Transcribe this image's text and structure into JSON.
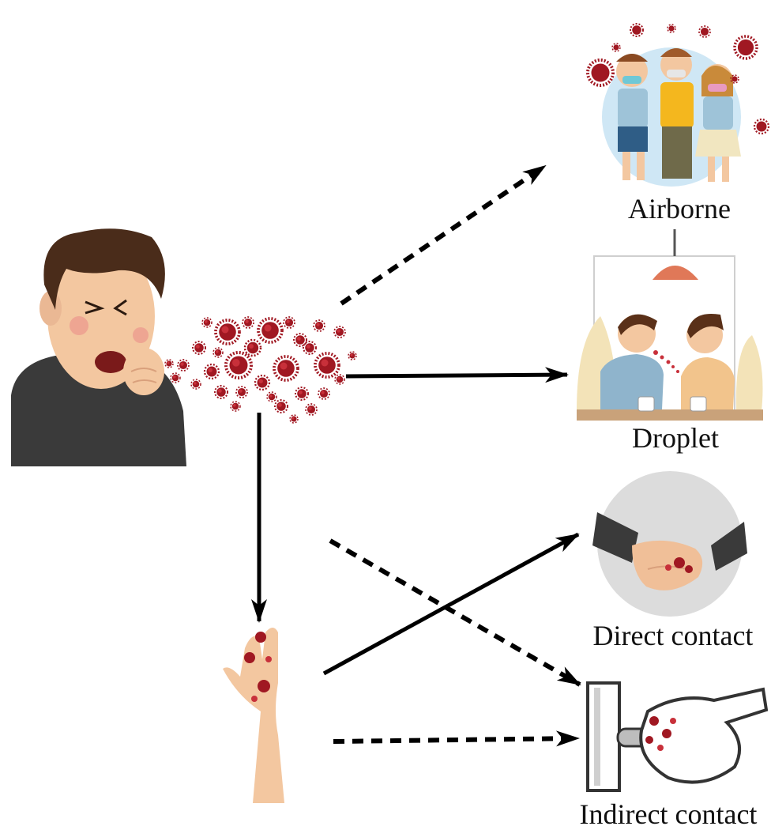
{
  "labels": {
    "airborne": "Airborne",
    "droplet": "Droplet",
    "direct_contact": "Direct contact",
    "indirect_contact": "Indirect contact"
  },
  "colors": {
    "virus": "#a01822",
    "virus_light": "#c8303a",
    "arrow": "#000000",
    "skin": "#f3c7a0",
    "hair": "#4a2c1a",
    "shirt": "#3a3a3a",
    "bubble_blue": "#cfe7f5",
    "bubble_grey": "#dcdcdc",
    "lamp": "#e07858"
  },
  "icons": [
    "coughing-person-icon",
    "virus-cloud-icon",
    "masked-people-icon",
    "talking-people-icon",
    "handshake-icon",
    "contaminated-hand-icon",
    "door-handle-hand-icon"
  ],
  "arrows": [
    {
      "from": "virus-cloud",
      "to": "airborne",
      "style": "dashed"
    },
    {
      "from": "virus-cloud",
      "to": "droplet",
      "style": "solid"
    },
    {
      "from": "virus-cloud",
      "to": "contaminated-hand",
      "style": "solid"
    },
    {
      "from": "contaminated-hand",
      "to": "direct-contact",
      "style": "solid"
    },
    {
      "from": "virus-cloud",
      "to": "indirect-contact",
      "style": "dashed"
    },
    {
      "from": "contaminated-hand",
      "to": "indirect-contact",
      "style": "dashed"
    }
  ]
}
